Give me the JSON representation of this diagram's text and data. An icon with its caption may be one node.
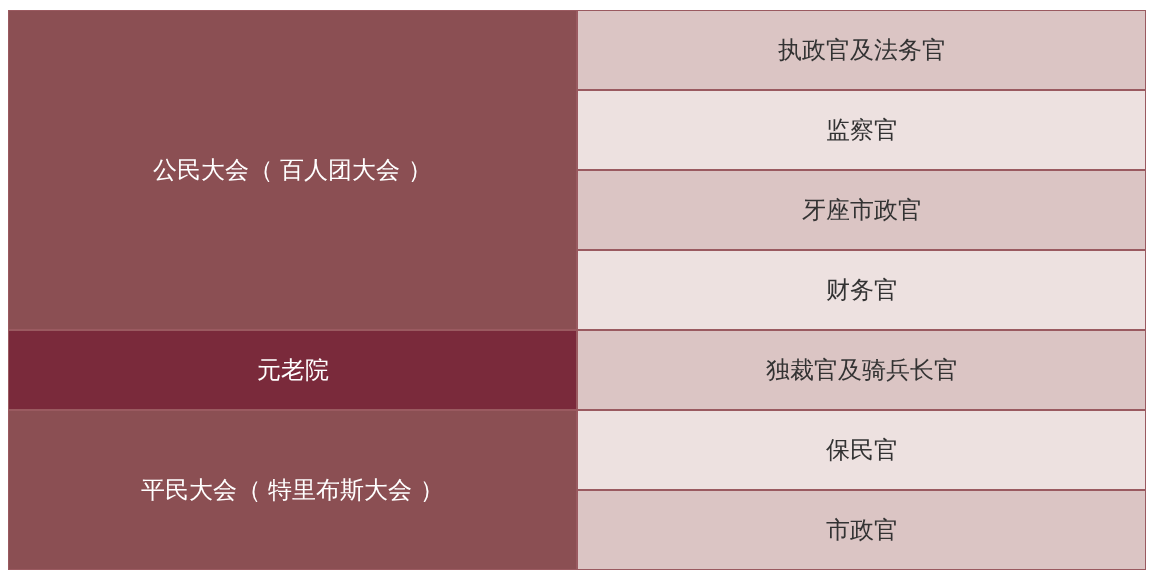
{
  "diagram": {
    "nodes": [
      {
        "text": [
          "公民大会（ 百人团大会 ）"
        ]
      },
      {
        "text": [
          "执政官及法务官"
        ]
      },
      {
        "text": [
          "监察官"
        ]
      },
      {
        "text": [
          "牙座市政官"
        ]
      },
      {
        "text": [
          "财务官"
        ]
      },
      {
        "text": [
          "元老院"
        ]
      },
      {
        "text": [
          "独裁官及骑兵长官"
        ]
      },
      {
        "text": [
          "平民大会（ 特里布斯大会 ）"
        ]
      },
      {
        "text": [
          "保民官"
        ]
      },
      {
        "text": [
          "市政官"
        ]
      }
    ],
    "edges": []
  }
}
